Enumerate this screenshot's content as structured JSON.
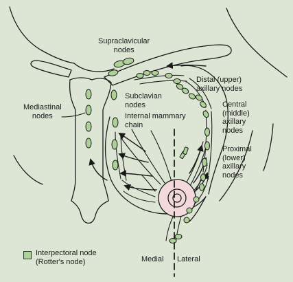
{
  "colors": {
    "background": "#dde6d4",
    "node_fill": "#aed197",
    "areola_fill": "#f3d9dc",
    "line": "#1a1a1a"
  },
  "labels": {
    "supraclavicular": "Supraclavicular\nnodes",
    "distal_axillary": "Distal (upper)\naxillary nodes",
    "mediastinal": "Mediastinal\nnodes",
    "subclavian": "Subclavian\nnodes",
    "internal_mammary": "Internal mammary\nchain",
    "central_axillary": "Central\n(middle)\naxillary\nnodes",
    "proximal_axillary": "Proximal\n(lower)\naxillary\nnodes",
    "medial": "Medial",
    "lateral": "Lateral"
  },
  "legend": {
    "text": "Interpectoral node\n(Rotter's node)"
  }
}
